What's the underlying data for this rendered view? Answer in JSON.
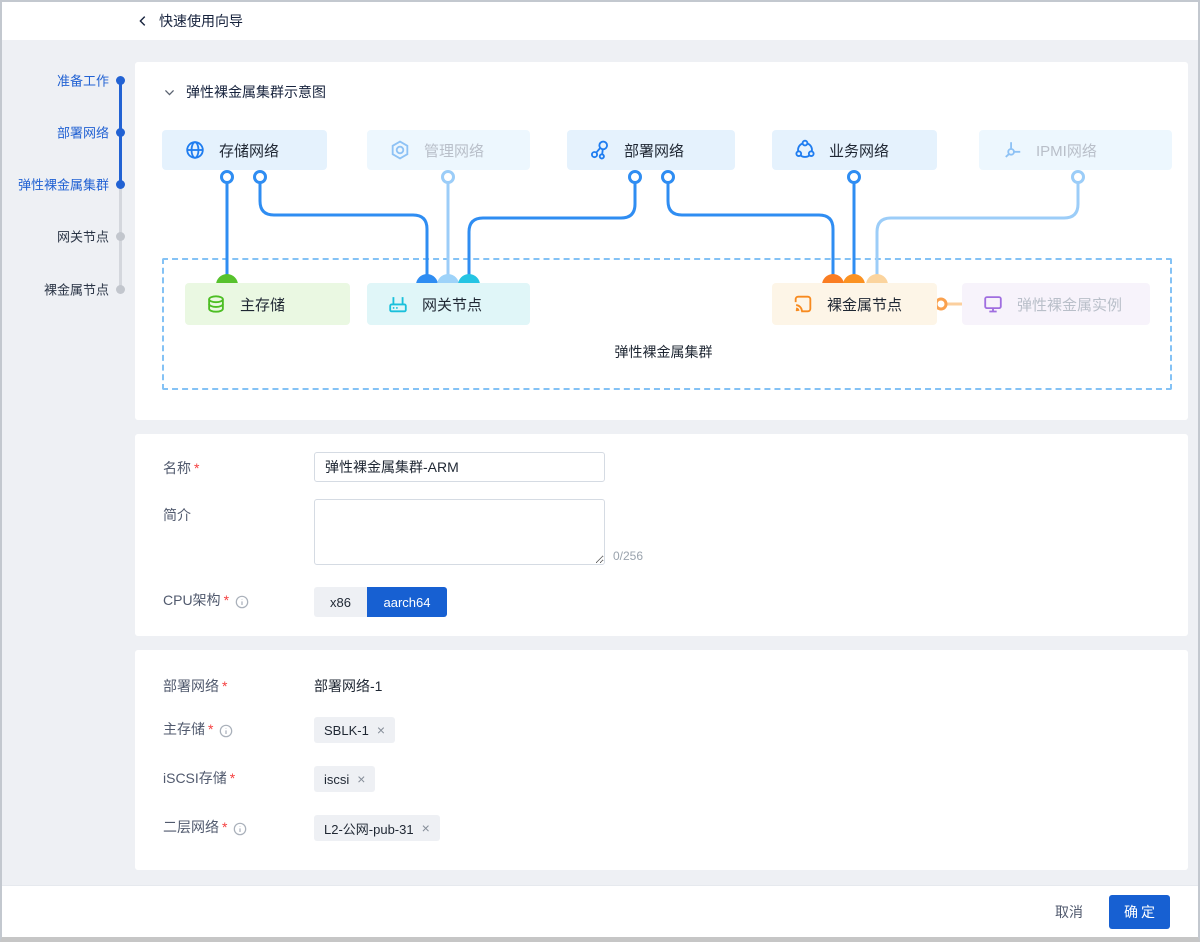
{
  "topbar": {
    "title": "快速使用向导"
  },
  "steps": [
    {
      "label": "准备工作"
    },
    {
      "label": "部署网络"
    },
    {
      "label": "弹性裸金属集群"
    },
    {
      "label": "网关节点"
    },
    {
      "label": "裸金属节点"
    }
  ],
  "diagram": {
    "section_title": "弹性裸金属集群示意图",
    "cluster_label": "弹性裸金属集群",
    "networks": [
      {
        "label": "存储网络"
      },
      {
        "label": "管理网络"
      },
      {
        "label": "部署网络"
      },
      {
        "label": "业务网络"
      },
      {
        "label": "IPMI网络"
      }
    ],
    "nodes": [
      {
        "label": "主存储"
      },
      {
        "label": "网关节点"
      },
      {
        "label": "裸金属节点"
      },
      {
        "label": "弹性裸金属实例"
      }
    ]
  },
  "form_basic": {
    "name": {
      "label": "名称",
      "value": "弹性裸金属集群-ARM"
    },
    "desc": {
      "label": "简介",
      "value": "",
      "counter": "0/256"
    },
    "cpu": {
      "label": "CPU架构",
      "options": [
        {
          "label": "x86"
        },
        {
          "label": "aarch64"
        }
      ],
      "selected": "aarch64"
    }
  },
  "form_network": {
    "deploy": {
      "label": "部署网络",
      "value": "部署网络-1"
    },
    "primary_storage": {
      "label": "主存储",
      "tag": "SBLK-1"
    },
    "iscsi": {
      "label": "iSCSI存储",
      "tag": "iscsi"
    },
    "l2": {
      "label": "二层网络",
      "tag": "L2-公网-pub-31"
    }
  },
  "footer": {
    "cancel_label": "取消",
    "confirm_label": "确定"
  },
  "marks": {
    "required": "*",
    "remove": "×"
  },
  "colors": {
    "accent_blue": "#1d60d1",
    "line_blue": "#2f8df2",
    "line_light": "#9ccdf8",
    "dot_green": "#57c22d",
    "dot_blue": "#2f8df2",
    "dot_light": "#9ed3f9",
    "dot_cyan": "#25c4e3",
    "dot_orange_dark": "#fa7d22",
    "dot_orange": "#fb9222",
    "dot_peach": "#fbd49e",
    "connector_ring": "#faa14e",
    "connector_line": "#fbcf9e"
  }
}
